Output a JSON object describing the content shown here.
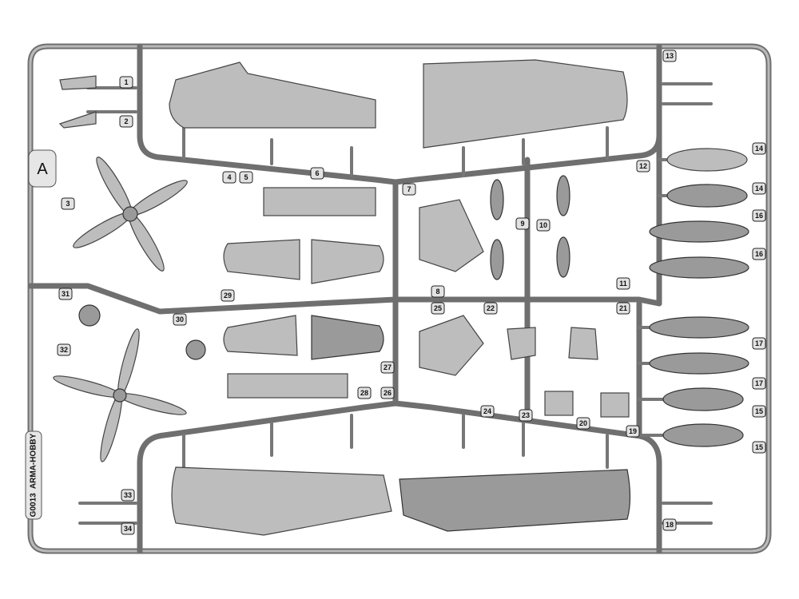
{
  "sprue": {
    "letter": "A",
    "code_tag": "G0013  ARMA-HOBBY",
    "part_labels": [
      "1",
      "2",
      "3",
      "4",
      "5",
      "6",
      "7",
      "8",
      "9",
      "10",
      "11",
      "12",
      "13",
      "14",
      "14",
      "16",
      "16",
      "17",
      "17",
      "15",
      "15",
      "18",
      "19",
      "20",
      "21",
      "22",
      "23",
      "24",
      "25",
      "26",
      "27",
      "28",
      "29",
      "30",
      "31",
      "32",
      "33",
      "34"
    ]
  },
  "colors": {
    "plastic": "#bdbdbd",
    "rail": "#6f6f6f"
  }
}
